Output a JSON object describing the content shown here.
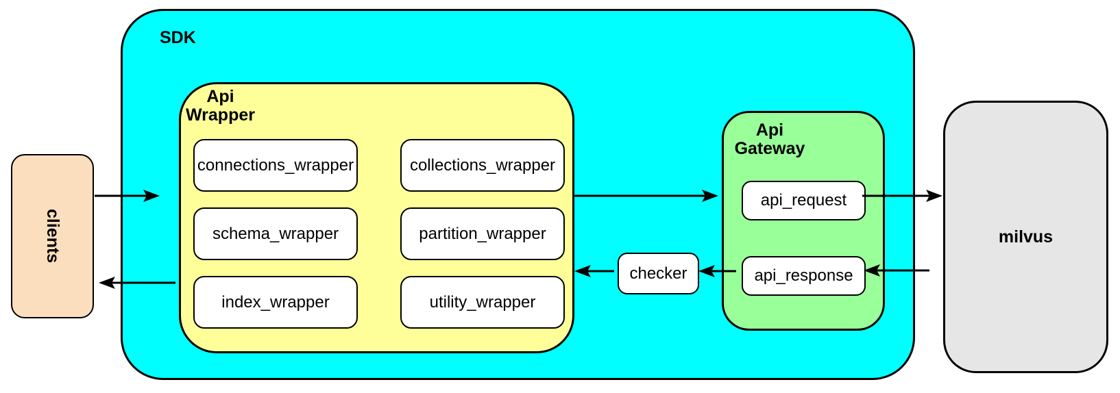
{
  "diagram": {
    "nodes": {
      "clients": {
        "label": "clients"
      },
      "sdk": {
        "label": "SDK"
      },
      "api_wrapper": {
        "label": "Api\nWrapper"
      },
      "wrappers": [
        "connections_wrapper",
        "collections_wrapper",
        "schema_wrapper",
        "partition_wrapper",
        "index_wrapper",
        "utility_wrapper"
      ],
      "checker": {
        "label": "checker"
      },
      "api_gateway": {
        "label": "Api\nGateway"
      },
      "api_request": {
        "label": "api_request"
      },
      "api_response": {
        "label": "api_response"
      },
      "milvus": {
        "label": "milvus"
      }
    },
    "edges": [
      {
        "from": "clients",
        "to": "SDK"
      },
      {
        "from": "Api Wrapper",
        "to": "Api Gateway"
      },
      {
        "from": "api_request",
        "to": "milvus"
      },
      {
        "from": "milvus",
        "to": "api_response"
      },
      {
        "from": "api_response",
        "to": "checker"
      },
      {
        "from": "checker",
        "to": "Api Wrapper"
      },
      {
        "from": "SDK",
        "to": "clients"
      }
    ],
    "colors": {
      "sdk_fill": "#00FFFF",
      "api_wrapper_fill": "#FFFF99",
      "api_gateway_fill": "#99FF99",
      "clients_fill": "#FBDEBD",
      "milvus_fill": "#E6E6E6",
      "box_fill": "#FFFFFF",
      "border": "#000000",
      "background": "#FFFFFF"
    }
  }
}
